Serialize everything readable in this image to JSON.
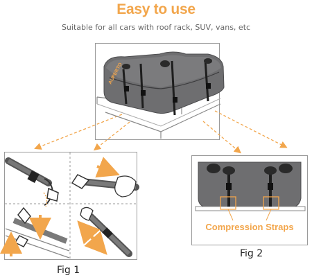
{
  "header": {
    "title": "Easy to use",
    "subtitle": "Suitable for all cars with roof rack, SUV, vans, etc"
  },
  "product": {
    "brand_text": "AUPERTO"
  },
  "figures": {
    "fig1_label": "Fig 1",
    "fig2_label": "Fig 2",
    "compression_label": "Compression Straps"
  },
  "colors": {
    "accent": "#f2a64c",
    "bag": "#6e6e70",
    "strap": "#1e1e1e"
  }
}
